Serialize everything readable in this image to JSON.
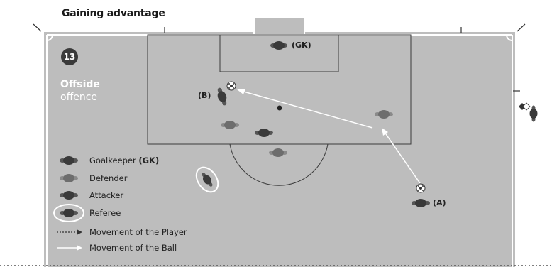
{
  "title": "Gaining advantage",
  "badge": "13",
  "heading": {
    "line1": "Offside",
    "line2": "offence"
  },
  "labels": {
    "gk": "(GK)",
    "b": "(B)",
    "a": "(A)"
  },
  "legend": [
    {
      "label": "Goalkeeper ",
      "bold": "(GK)"
    },
    {
      "label": "Defender",
      "bold": ""
    },
    {
      "label": "Attacker",
      "bold": ""
    },
    {
      "label": "Referee",
      "bold": ""
    },
    {
      "label": "Movement of the Player",
      "bold": ""
    },
    {
      "label": "Movement of the Ball",
      "bold": ""
    }
  ],
  "colors": {
    "pitch": "#bdbdbd",
    "lines": "#ffffff",
    "defender": "#7a7a7a",
    "attacker": "#3a3a3a",
    "dotted_border": "#555555"
  }
}
